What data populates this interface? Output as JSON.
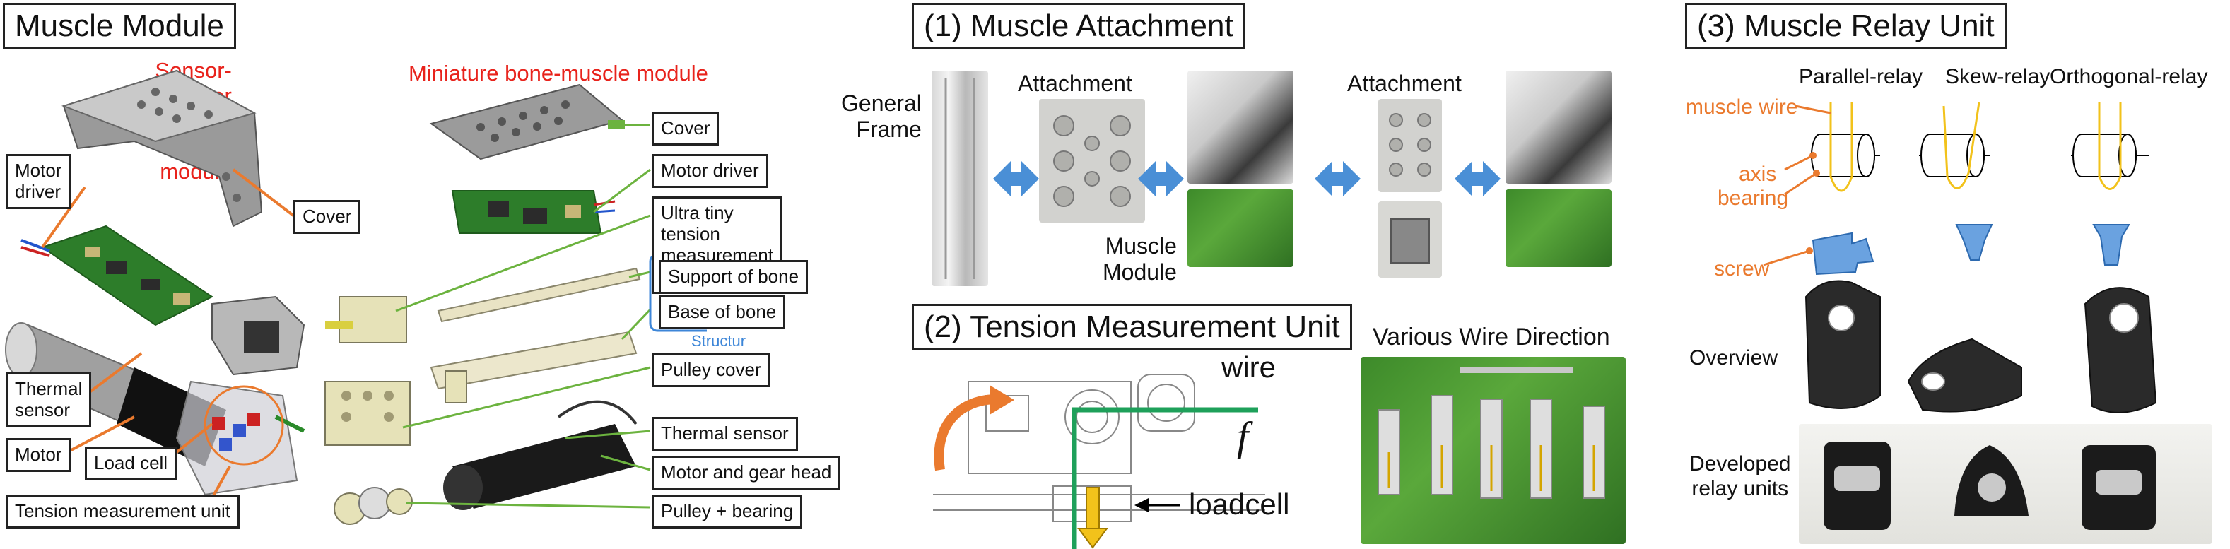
{
  "muscle_module": {
    "title": "Muscle Module",
    "sensor_driver_title": "Sensor-driver integrated\nmuscle module",
    "mini_title": "Miniature bone-muscle module",
    "left_labels": {
      "motor_driver": "Motor\ndriver",
      "cover": "Cover",
      "thermal_sensor": "Thermal\nsensor",
      "motor": "Motor",
      "load_cell": "Load cell",
      "tension_unit": "Tension measurement unit"
    },
    "right_labels": {
      "cover": "Cover",
      "motor_driver": "Motor driver",
      "tension_unit": "Ultra tiny tension\nmeasurement unit",
      "support_of_bone": "Support of bone",
      "base_of_bone": "Base of bone",
      "structure": "Structur",
      "pulley_cover": "Pulley cover",
      "thermal_sensor": "Thermal sensor",
      "motor_gear_head": "Motor and gear head",
      "pulley_bearing": "Pulley + bearing"
    }
  },
  "muscle_attachment": {
    "title": "(1) Muscle Attachment",
    "general_frame": "General\nFrame",
    "attachment_1": "Attachment",
    "attachment_2": "Attachment",
    "muscle_module": "Muscle\nModule"
  },
  "tension_unit": {
    "title": "(2) Tension Measurement Unit",
    "wire": "wire",
    "force_symbol": "f",
    "loadcell": "loadcell",
    "various": "Various Wire Direction"
  },
  "relay_unit": {
    "title": "(3) Muscle Relay Unit",
    "col_parallel": "Parallel-relay",
    "col_skew": "Skew-relay",
    "col_orthogonal": "Orthogonal-relay",
    "muscle_wire": "muscle wire",
    "axis": "axis",
    "bearing": "bearing",
    "screw": "screw",
    "overview": "Overview",
    "developed": "Developed\nrelay units"
  },
  "colors": {
    "red_label": "#e8231c",
    "orange_label": "#ea7a2e",
    "blue_arrow": "#4a8fd6",
    "green_leader": "#6cb33f",
    "orange_leader": "#ea7a2e"
  }
}
